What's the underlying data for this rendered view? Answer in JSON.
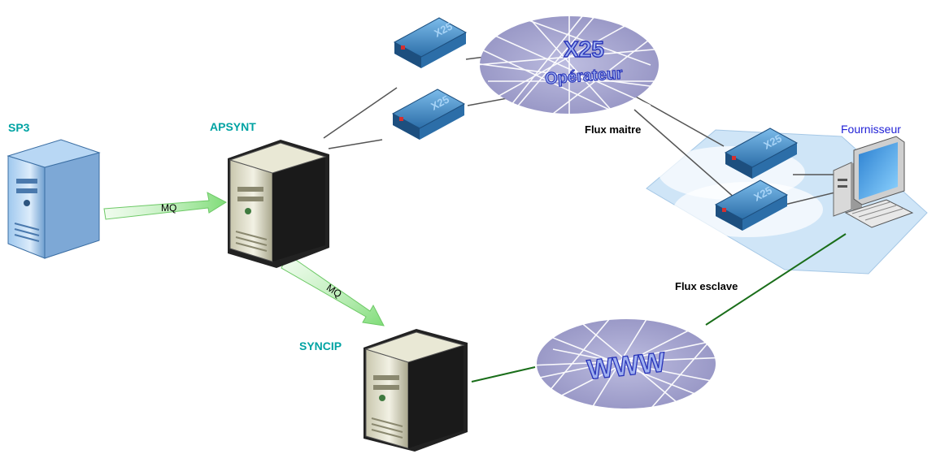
{
  "nodes": {
    "sp3": "SP3",
    "apsynt": "APSYNT",
    "syncip": "SYNCIP",
    "fournisseur": "Fournisseur"
  },
  "clouds": {
    "x25_title": "X25",
    "x25_subtitle": "Opérateur",
    "www": "WWW"
  },
  "devices": {
    "modem_label": "X25"
  },
  "links": {
    "mq_1": "MQ",
    "mq_2": "MQ",
    "flux_maitre": "Flux maitre",
    "flux_esclave": "Flux esclave"
  },
  "colors": {
    "server_label": "#00a3a3",
    "provider_label": "#1f1fd6",
    "green_link": "#1a6e1a",
    "gray_link": "#555555",
    "mq_arrow": "#8fe08a",
    "cloud": "#a9a8cf",
    "modem": "#3d8fd0",
    "lan_area": "#cfe5f7"
  },
  "icons": [
    "tower-server-icon",
    "modem-icon",
    "network-cloud-icon",
    "desktop-computer-icon",
    "arrow-icon"
  ]
}
